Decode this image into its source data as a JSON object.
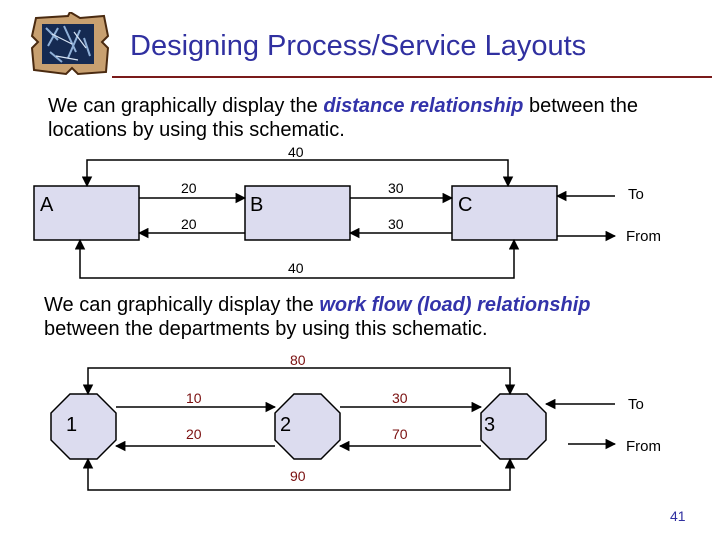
{
  "slide": {
    "title": "Designing Process/Service Layouts",
    "page_number": "41",
    "colors": {
      "title": "#3030a0",
      "emphasis": "#3333aa",
      "flow_numbers": "#7a1010",
      "box_fill": "#dcdcef",
      "rule": "#7a1a1a"
    },
    "logo_icon": "puzzle-piece-logo-icon"
  },
  "section1": {
    "intro_before": "We can graphically display the ",
    "intro_emphasis": "distance relationship",
    "intro_after": " between the locations by using this schematic.",
    "top_value": "40",
    "bottom_value": "40",
    "ab_to_value": "20",
    "ab_from_value": "20",
    "bc_to_value": "30",
    "bc_from_value": "30",
    "node_a": "A",
    "node_b": "B",
    "node_c": "C",
    "to_label": "To",
    "from_label": "From"
  },
  "section2": {
    "intro_before": "We can graphically display the ",
    "intro_emphasis": "work flow (load) relationship",
    "intro_after": " between the departments by using this schematic.",
    "top_value": "80",
    "bottom_value": "90",
    "n12_to_value": "10",
    "n12_from_value": "20",
    "n23_to_value": "30",
    "n23_from_value": "70",
    "node_1": "1",
    "node_2": "2",
    "node_3": "3",
    "to_label": "To",
    "from_label": "From"
  }
}
